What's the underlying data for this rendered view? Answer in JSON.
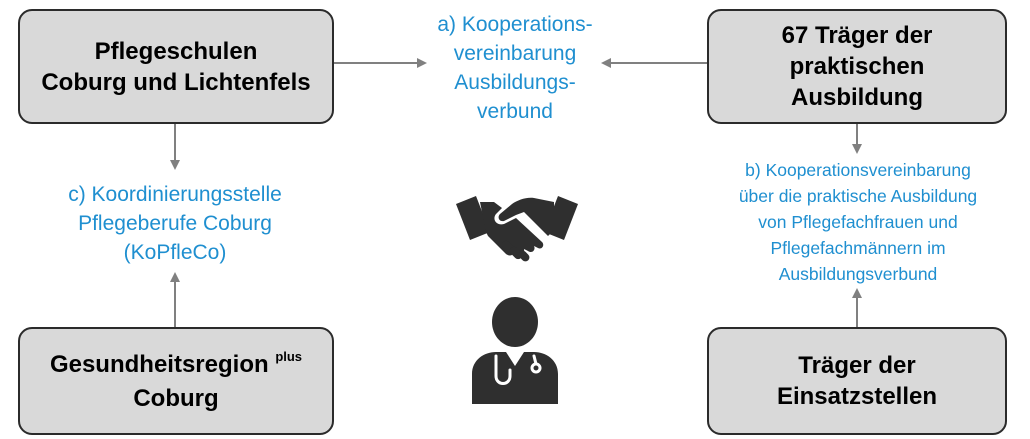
{
  "nodes": {
    "pflegeschulen": {
      "lines": [
        "Pflegeschulen",
        "Coburg und Lichtenfels"
      ]
    },
    "traeger_praktisch": {
      "lines": [
        "67 Träger der",
        "praktischen",
        "Ausbildung"
      ]
    },
    "gesundheitsregion": {
      "text": "Gesundheitsregion",
      "superscript": "plus",
      "line2": "Coburg"
    },
    "traeger_einsatz": {
      "lines": [
        "Träger der",
        "Einsatzstellen"
      ]
    }
  },
  "labels": {
    "a": [
      "a) Kooperations-",
      "vereinbarung",
      "Ausbildungs-",
      "verbund"
    ],
    "b": [
      "b) Kooperationsvereinbarung",
      "über die praktische Ausbildung",
      "von Pflegefachfrauen und",
      "Pflegefachmännern im",
      "Ausbildungsverbund"
    ],
    "c": [
      "c) Koordinierungsstelle",
      "Pflegeberufe Coburg",
      "(KoPfleCo)"
    ]
  },
  "icons": [
    "handshake-icon",
    "doctor-icon"
  ],
  "colors": {
    "label": "#1f8fd0",
    "box_fill": "#d9d9d9",
    "arrow": "#808080"
  }
}
